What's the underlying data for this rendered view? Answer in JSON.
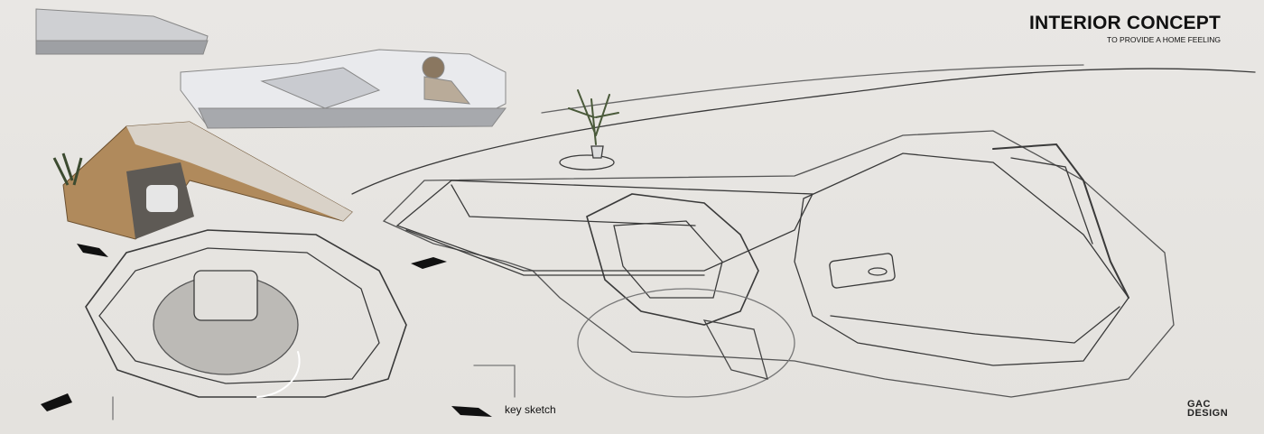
{
  "header": {
    "title": "INTERIOR CONCEPT",
    "subtitle": "TO PROVIDE A HOME FEELING"
  },
  "caption": "key sketch",
  "logo": {
    "line1": "GAC",
    "line2": "DESIGN"
  },
  "colors": {
    "background": "#e6e4e1",
    "ink": "#222222",
    "wood": "#b08a5c"
  }
}
